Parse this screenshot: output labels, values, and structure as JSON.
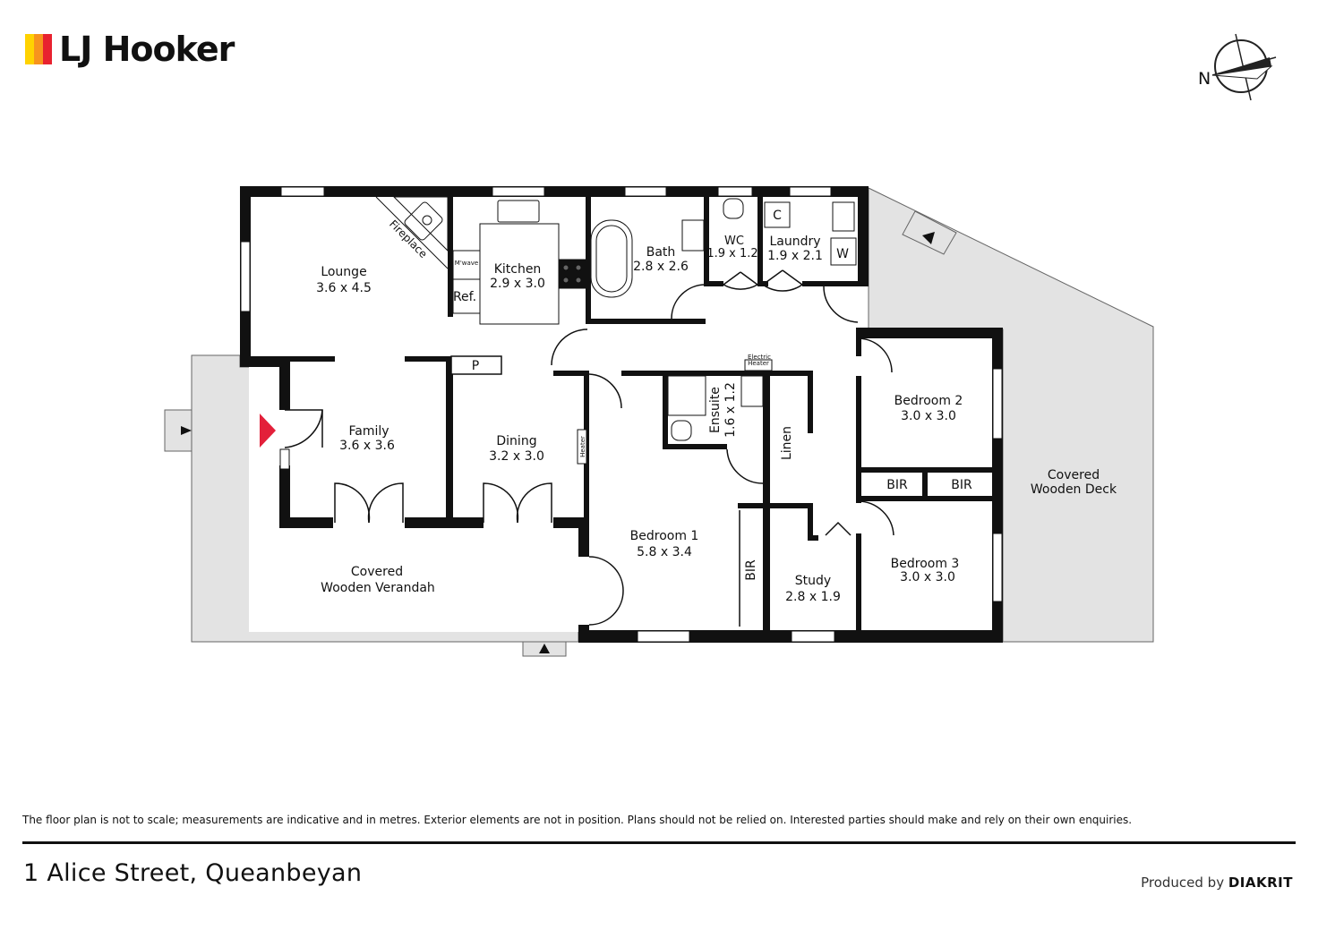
{
  "brand": {
    "name": "LJ Hooker",
    "colors": [
      "#e8222f",
      "#f7941d",
      "#ffd200"
    ]
  },
  "compass": {
    "label": "N"
  },
  "rooms": {
    "lounge": {
      "name": "Lounge",
      "size": "3.6 x 4.5"
    },
    "fireplace": {
      "name": "Fireplace"
    },
    "kitchen": {
      "name": "Kitchen",
      "size": "2.9 x 3.0"
    },
    "mwave": {
      "name": "M'wave"
    },
    "ref": {
      "name": "Ref."
    },
    "bath": {
      "name": "Bath",
      "size": "2.8 x 2.6"
    },
    "wc": {
      "name": "WC",
      "size": "1.9 x 1.2"
    },
    "laundry": {
      "name": "Laundry",
      "size": "1.9 x 2.1"
    },
    "cupboard": {
      "name": "C"
    },
    "washer": {
      "name": "W"
    },
    "pantry": {
      "name": "P"
    },
    "family": {
      "name": "Family",
      "size": "3.6 x 3.6"
    },
    "dining": {
      "name": "Dining",
      "size": "3.2 x 3.0"
    },
    "heater": {
      "name": "Heater"
    },
    "electric_heater": {
      "line1": "Electric",
      "line2": "Heater"
    },
    "ensuite": {
      "name": "Ensuite",
      "size": "1.6 x 1.2"
    },
    "linen": {
      "name": "Linen"
    },
    "bedroom1": {
      "name": "Bedroom 1",
      "size": "5.8 x 3.4"
    },
    "bir1": {
      "name": "BIR"
    },
    "study": {
      "name": "Study",
      "size": "2.8 x 1.9"
    },
    "bedroom2": {
      "name": "Bedroom 2",
      "size": "3.0 x 3.0"
    },
    "bir2": {
      "name": "BIR"
    },
    "bir3": {
      "name": "BIR"
    },
    "bedroom3": {
      "name": "Bedroom 3",
      "size": "3.0 x 3.0"
    },
    "deck": {
      "line1": "Covered",
      "line2": "Wooden Deck"
    },
    "verandah": {
      "line1": "Covered",
      "line2": "Wooden Verandah"
    }
  },
  "footer": {
    "disclaimer": "The floor plan is not to scale; measurements are indicative and in metres. Exterior elements are not in position. Plans should not be relied on. Interested parties should make and rely on their own enquiries.",
    "address": "1 Alice Street, Queanbeyan",
    "produced_by": "Produced by",
    "producer": "DIAKRIT"
  },
  "colors": {
    "wall": "#111111",
    "exterior": "#e3e3e3",
    "entry_marker": "#e3203a"
  }
}
